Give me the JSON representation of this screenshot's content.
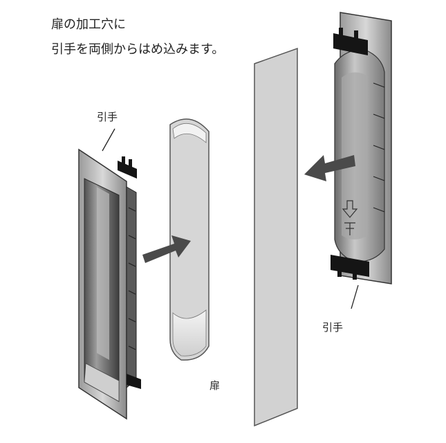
{
  "instruction": {
    "line1": "扉の加工穴に",
    "line2": "引手を両側からはめ込みます。"
  },
  "labels": {
    "left_handle": "引手",
    "right_handle": "引手",
    "door": "扉"
  },
  "colors": {
    "arrow": "#4a4a4a",
    "door_fill": "#d2d2d2",
    "door_stroke": "#555555",
    "handle_plate": "#b9b9b9",
    "handle_dark": "#6f6f6f",
    "clip": "#1a1a1a"
  }
}
